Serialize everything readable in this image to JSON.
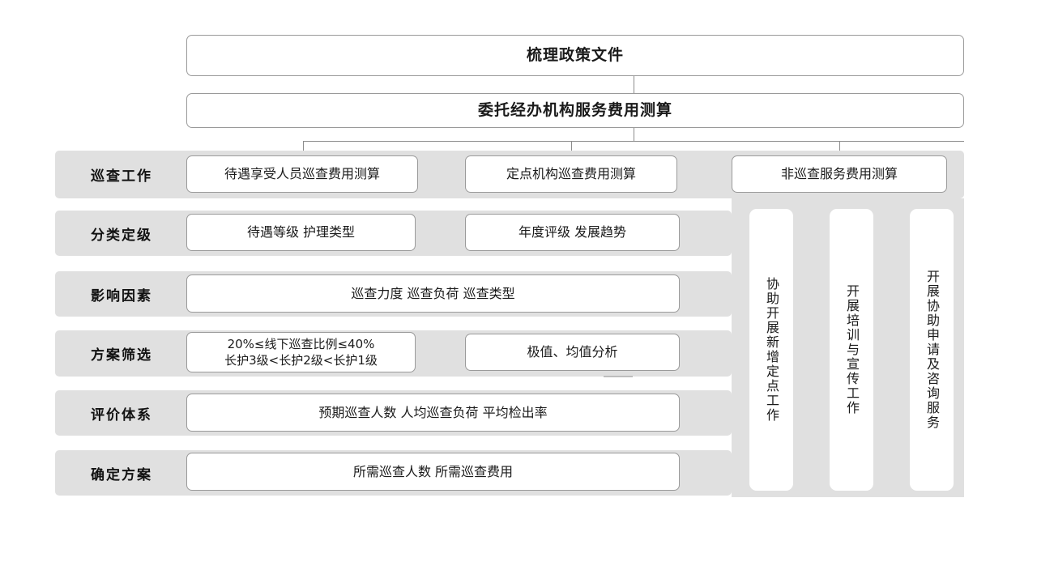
{
  "diagram": {
    "title_boxes": [
      {
        "id": "policy-docs",
        "label": "梳理政策文件"
      },
      {
        "id": "service-fee-estimation",
        "label": "委托经办机构服务费用测算"
      }
    ],
    "stage_labels": [
      {
        "id": "inspection-work",
        "label": "巡查工作"
      },
      {
        "id": "classification-grading",
        "label": "分类定级"
      },
      {
        "id": "influencing-factors",
        "label": "影响因素"
      },
      {
        "id": "plan-screening",
        "label": "方案筛选"
      },
      {
        "id": "evaluation-system",
        "label": "评价体系"
      },
      {
        "id": "final-plan",
        "label": "确定方案"
      }
    ],
    "rows": [
      {
        "id": "row-inspection-work",
        "boxes": [
          {
            "id": "beneficiary-inspection-cost",
            "label": "待遇享受人员巡查费用测算"
          },
          {
            "id": "designated-institution-inspection-cost",
            "label": "定点机构巡查费用测算"
          },
          {
            "id": "non-inspection-service-cost",
            "label": "非巡查服务费用测算"
          }
        ]
      },
      {
        "id": "row-classification-grading",
        "boxes": [
          {
            "id": "benefit-level-care-type",
            "label": "待遇等级  护理类型"
          },
          {
            "id": "annual-rating-trend",
            "label": "年度评级  发展趋势"
          }
        ]
      },
      {
        "id": "row-influencing-factors",
        "boxes": [
          {
            "id": "inspection-intensity-load-type",
            "label": "巡查力度  巡查负荷  巡查类型"
          }
        ]
      },
      {
        "id": "row-plan-screening",
        "boxes": [
          {
            "id": "offline-inspection-ratio",
            "label": "20%≤线下巡查比例≤40%\n长护3级<长护2级<长护1级"
          },
          {
            "id": "extreme-mean-analysis",
            "label": "极值、均值分析"
          }
        ]
      },
      {
        "id": "row-evaluation-system",
        "boxes": [
          {
            "id": "expected-inspectors-load-detection",
            "label": "预期巡查人数   人均巡查负荷   平均检出率"
          }
        ]
      },
      {
        "id": "row-final-plan",
        "boxes": [
          {
            "id": "required-inspectors-and-cost",
            "label": "所需巡查人数      所需巡查费用"
          }
        ]
      }
    ],
    "vertical_boxes": [
      {
        "id": "assist-new-designated-sites",
        "label": "协助开展新增定点工作"
      },
      {
        "id": "training-and-publicity",
        "label": "开展培训与宣传工作"
      },
      {
        "id": "application-and-consulting-service",
        "label": "开展协助申请及咨询服务"
      }
    ],
    "colors": {
      "band_gray": "#e0e0e0",
      "box_border": "#9a9a9a",
      "line": "#8c8c8c",
      "text": "#1a1a1a",
      "background": "#ffffff"
    }
  }
}
